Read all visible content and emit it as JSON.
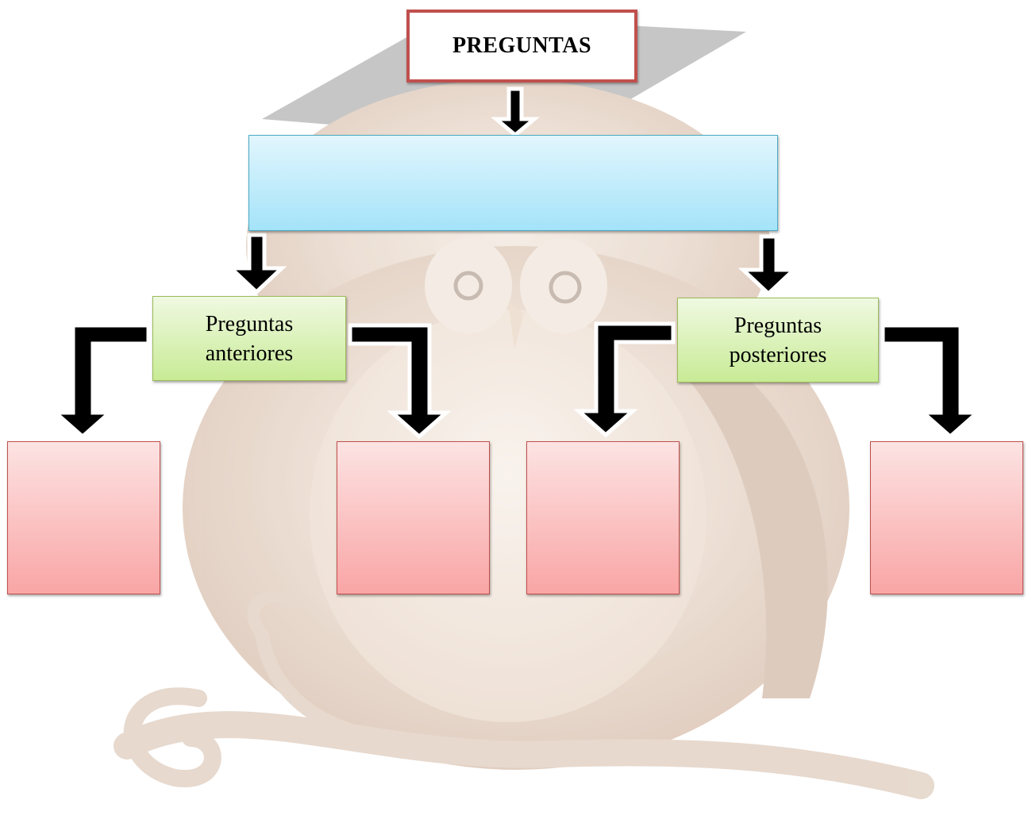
{
  "diagram": {
    "title": "PREGUNTAS",
    "top_box_text": "",
    "left_branch": {
      "line1": "Preguntas",
      "line2": "anteriores"
    },
    "right_branch": {
      "line1": "Preguntas",
      "line2": "posteriores"
    },
    "leaf_boxes": [
      "",
      "",
      "",
      ""
    ]
  },
  "colors": {
    "title_border": "#c0504d",
    "blue_fill_top": "#e2f6fd",
    "blue_fill_bottom": "#a4e3f9",
    "green_fill_top": "#f0f9e2",
    "green_fill_bottom": "#c8eb95",
    "pink_fill_top": "#fde3e3",
    "pink_fill_bottom": "#f9a5a5",
    "arrow": "#000000"
  },
  "background": {
    "image": "owl-with-graduation-cap",
    "opacity": "faded"
  }
}
